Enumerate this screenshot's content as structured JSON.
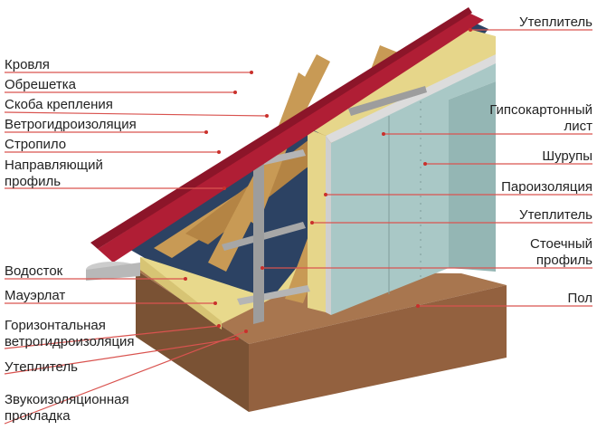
{
  "labels": {
    "left": {
      "roofing": "Кровля",
      "battens": "Обрешетка",
      "mounting_bracket": "Скоба крепления",
      "wind_membrane": "Ветрогидроизоляция",
      "rafter": "Стропило",
      "guide_profile_line1": "Направляющий",
      "guide_profile_line2": "профиль",
      "gutter": "Водосток",
      "mauerlat": "Мауэрлат",
      "horizontal_membrane_line1": "Горизонтальная",
      "horizontal_membrane_line2": "ветрогидроизоляция",
      "insulation_bottom": "Утеплитель",
      "sound_pad_line1": "Звукоизоляционная",
      "sound_pad_line2": "прокладка"
    },
    "right": {
      "insulation_top": "Утеплитель",
      "drywall_line1": "Гипсокартонный",
      "drywall_line2": "лист",
      "screws": "Шурупы",
      "vapor_barrier": "Пароизоляция",
      "insulation_mid": "Утеплитель",
      "stud_profile_line1": "Стоечный",
      "stud_profile_line2": "профиль",
      "floor": "Пол"
    }
  },
  "colors": {
    "leader": "#d9534f",
    "roof_tile": "#b01e35",
    "membrane": "#2c4263",
    "wood": "#c89a55",
    "insulation": "#e6d68a",
    "drywall": "#a9c8c6",
    "floor": "#9b6a45",
    "metal": "#a7a7a7"
  }
}
